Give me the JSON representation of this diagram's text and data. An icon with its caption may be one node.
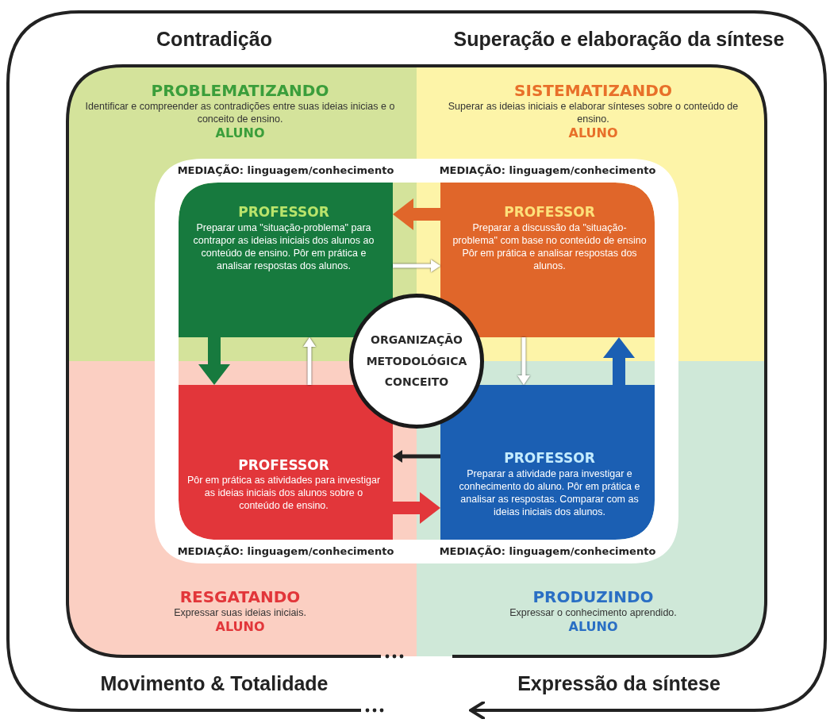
{
  "diagram": {
    "nodes": [
      {
        "text": [
          "PROBLEMATIZANDO",
          "Identificar e compreender as contradições entre suas ideias inicias e o conceito de ensino.",
          "ALUNO"
        ]
      },
      {
        "text": [
          "PROFESSOR",
          "Preparar uma \"situação-problema\" para contrapor as ideias iniciais dos alunos ao conteúdo de ensino. Pôr em prática e analisar respostas dos alunos."
        ],
        "in": 0
      },
      {
        "text": [
          "SISTEMATIZANDO",
          "Superar as ideias iniciais e elaborar sínteses sobre o conteúdo de ensino.",
          "ALUNO"
        ]
      },
      {
        "text": [
          "PROFESSOR",
          "Preparar a discussão da \"situação-problema\" com base no conteúdo de ensino Pôr em prática e analisar respostas dos alunos."
        ],
        "in": 2
      },
      {
        "text": [
          "ORGANIZAÇÃO METODOLÓGICA CONCEITO"
        ]
      },
      {
        "text": [
          "RESGATANDO",
          "Expressar suas ideias iniciais.",
          "ALUNO"
        ]
      },
      {
        "text": [
          "PROFESSOR",
          "Pôr em prática as atividades para investigar as ideias iniciais dos alunos sobre o conteúdo de ensino."
        ],
        "in": 5
      },
      {
        "text": [
          "PRODUZINDO",
          "Expressar o conhecimento aprendido.",
          "ALUNO"
        ]
      },
      {
        "text": [
          "PROFESSOR",
          "Preparar a atividade para investigar e conhecimento do aluno. Pôr em prática e analisar as respostas. Comparar com as ideias iniciais dos alunos."
        ],
        "in": 7
      }
    ],
    "edges": [
      {
        "from": 1,
        "to": 6,
        "arrow": "to",
        "style": "thick",
        "color": "#177a3e"
      },
      {
        "from": 6,
        "to": 8,
        "arrow": "to",
        "style": "thick",
        "color": "#e2363a"
      },
      {
        "from": 8,
        "to": 3,
        "arrow": "to",
        "style": "thick",
        "color": "#1b5fb3"
      },
      {
        "from": 3,
        "to": 1,
        "arrow": "to",
        "style": "thick",
        "color": "#e0662a"
      },
      {
        "from": 1,
        "to": 3,
        "arrow": "to",
        "color": "#ffffff"
      },
      {
        "from": 3,
        "to": 8,
        "arrow": "to",
        "color": "#ffffff"
      },
      {
        "from": 8,
        "to": 6,
        "arrow": "to",
        "color": "#222222"
      },
      {
        "from": 6,
        "to": 1,
        "arrow": "to",
        "color": "#ffffff"
      }
    ],
    "labels": [
      "Contradição",
      "Superação e elaboração da síntese",
      "MEDIAÇÃO: linguagem/conhecimento",
      "MEDIAÇÃO: linguagem/conhecimento",
      "MEDIAÇÃO: linguagem/conhecimento",
      "MEDIAÇÃO: linguagem/conhecimento",
      "Movimento & Totalidade",
      "Expressão da síntese"
    ]
  }
}
